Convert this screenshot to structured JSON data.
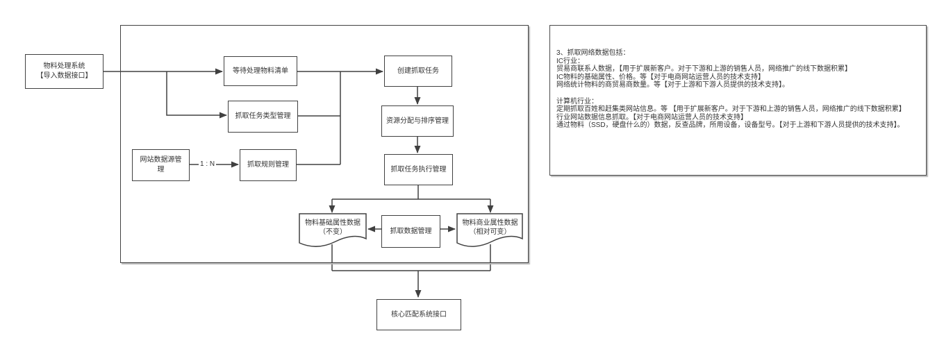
{
  "diagram": {
    "nodes": {
      "material_system": {
        "line1": "物料处理系统",
        "line2": "【导入数据接口】"
      },
      "pending_list": {
        "label": "等待处理物料清单"
      },
      "task_type_mgmt": {
        "label": "抓取任务类型管理"
      },
      "rule_mgmt": {
        "label": "抓取规则管理"
      },
      "datasource_mgmt": {
        "label": "网站数据源管理"
      },
      "create_task": {
        "label": "创建抓取任务"
      },
      "resource_mgmt": {
        "label": "资源分配与排序管理"
      },
      "exec_mgmt": {
        "label": "抓取任务执行管理"
      },
      "doc_basic": {
        "line1": "物料基础属性数据",
        "line2": "（不变）"
      },
      "data_mgmt": {
        "label": "抓取数据管理"
      },
      "doc_business": {
        "line1": "物料商业属性数据",
        "line2": "（相对可变）"
      },
      "core_interface": {
        "label": "核心匹配系统接口"
      }
    },
    "edge_labels": {
      "one_to_n": "1 : N"
    }
  },
  "note": {
    "lines": [
      "3、抓取网络数据包括：",
      "IC行业：",
      "贸易商联系人数据，【用于扩展新客户。对于下游和上游的销售人员，网络推广的线下数据积累】",
      "IC物料的基础属性、价格。等【对于电商网站运营人员的技术支持】",
      "网络统计物料的商贸易商数量。等【对于上游和下游人员提供的技术支持】。",
      "",
      "计算机行业：",
      "定期抓取百姓和赶集类网站信息。等 【用于扩展新客户。对于下游和上游的销售人员，网络推广的线下数据积累】",
      "行业网站数据信息抓取。【对于电商网站运营人员的技术支持】",
      "通过物料（SSD，硬盘什么的）数据，反查品牌，所用设备，设备型号。【对于上游和下游人员提供的技术支持】。"
    ]
  },
  "colors": {
    "line": "#404040",
    "text": "#333333",
    "shadow": "#b8b8b8",
    "background": "#ffffff"
  }
}
